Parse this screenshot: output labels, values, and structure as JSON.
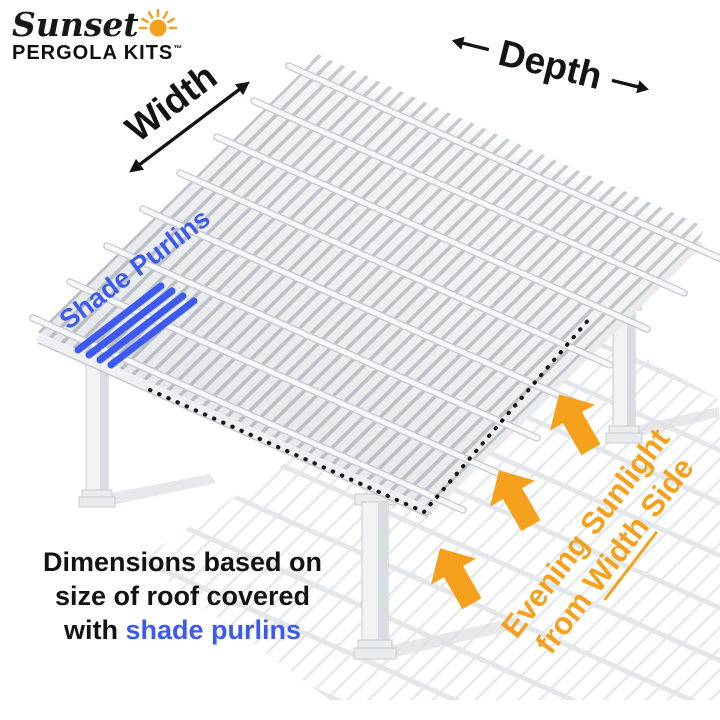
{
  "colors": {
    "orange": "#F5A11E",
    "blue": "#3D5AF0",
    "ink": "#141414"
  },
  "logo": {
    "script": "Sunset",
    "caps": "PERGOLA KITS",
    "tm": "™"
  },
  "annotations": {
    "width_label": "Width",
    "depth_label": "Depth",
    "shade_purlins_label": "Shade Purlins",
    "caption_line1": "Dimensions based on",
    "caption_line2": "size of roof covered",
    "caption_line3_prefix": "with ",
    "caption_line3_highlight": "shade purlins",
    "sunlight_line1": "Evening Sunlight",
    "sunlight_line2_prefix": "from ",
    "sunlight_line2_underline": "Width",
    "sunlight_line2_suffix": " Side"
  },
  "icons": {
    "sun": "sun-icon",
    "width_arrow": "double-headed-arrow-icon",
    "depth_arrows": "left-and-right-arrow-icons",
    "sunlight_arrows": "up-arrow-icons"
  }
}
